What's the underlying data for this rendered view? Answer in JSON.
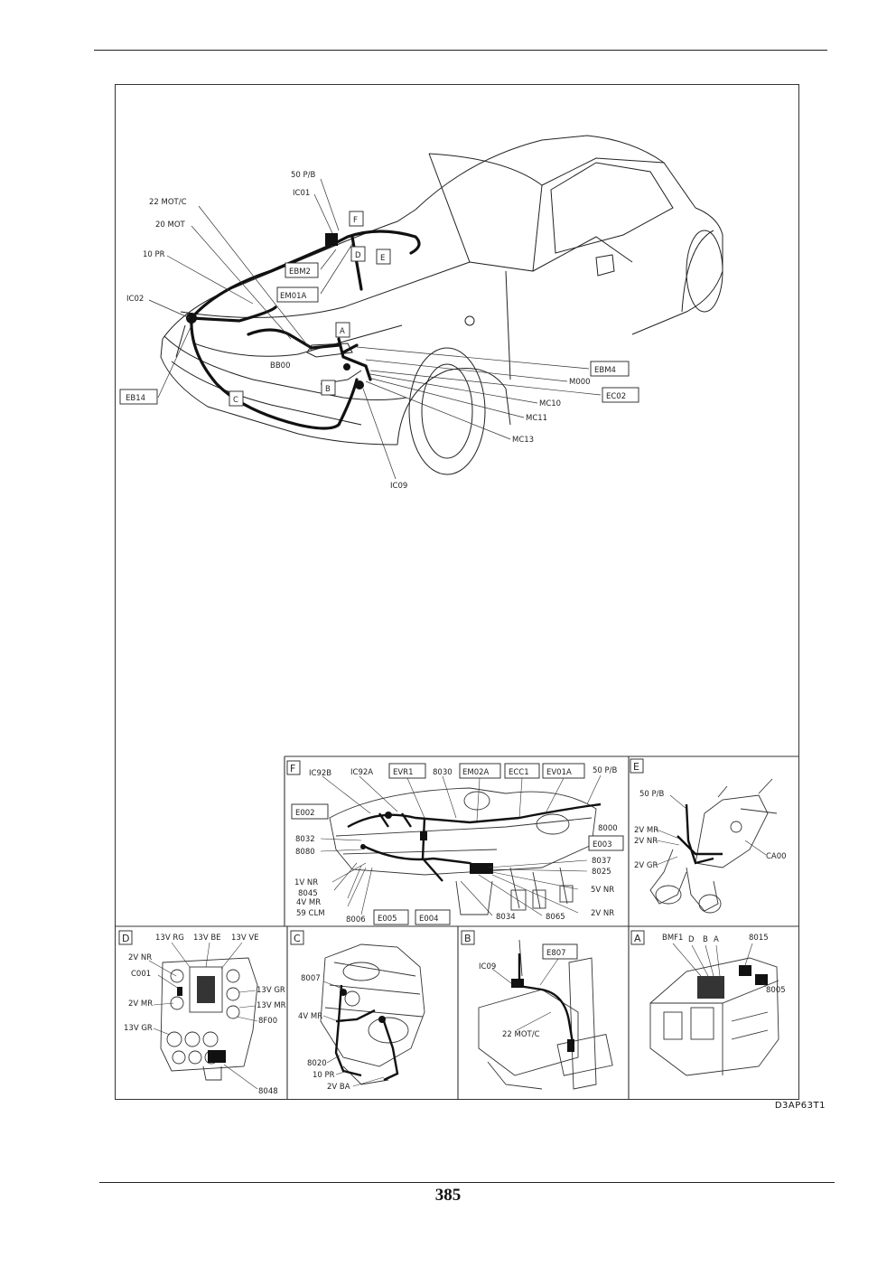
{
  "diagram": {
    "main_labels": [
      "50 P/B",
      "IC01",
      "22 MOT/C",
      "20 MOT",
      "10 PR",
      "IC02",
      "EB14",
      "C",
      "EBM2",
      "EM01A",
      "D",
      "E",
      "F",
      "A",
      "BB00",
      "B",
      "EBM4",
      "M000",
      "EC02",
      "MC10",
      "MC11",
      "MC13",
      "IC09"
    ],
    "panel_F": {
      "letter": "F",
      "labels": [
        "IC92B",
        "IC92A",
        "EVR1",
        "8030",
        "EM02A",
        "ECC1",
        "EV01A",
        "50 P/B",
        "E002",
        "8000",
        "8032",
        "8080",
        "E003",
        "8037",
        "8025",
        "1V NR",
        "8045",
        "4V MR",
        "59 CLM",
        "5V NR",
        "2V NR",
        "8006",
        "E005",
        "E004",
        "8034",
        "8065"
      ]
    },
    "panel_E": {
      "letter": "E",
      "labels": [
        "50 P/B",
        "2V MR",
        "2V NR",
        "2V GR",
        "CA00"
      ]
    },
    "panel_D": {
      "letter": "D",
      "labels": [
        "13V RG",
        "13V BE",
        "13V VE",
        "2V NR",
        "C001",
        "13V GR",
        "2V MR",
        "13V MR",
        "8F00",
        "13V GR",
        "8048"
      ]
    },
    "panel_C": {
      "letter": "C",
      "labels": [
        "8007",
        "4V MR",
        "8020",
        "10 PR",
        "2V BA"
      ]
    },
    "panel_B": {
      "letter": "B",
      "labels": [
        "IC09",
        "E807",
        "22 MOT/C"
      ]
    },
    "panel_A": {
      "letter": "A",
      "labels": [
        "BMF1",
        "D",
        "B",
        "A",
        "8015",
        "8005"
      ]
    }
  },
  "footer": {
    "drawing_code": "D3AP63T1",
    "page_number": "385"
  }
}
